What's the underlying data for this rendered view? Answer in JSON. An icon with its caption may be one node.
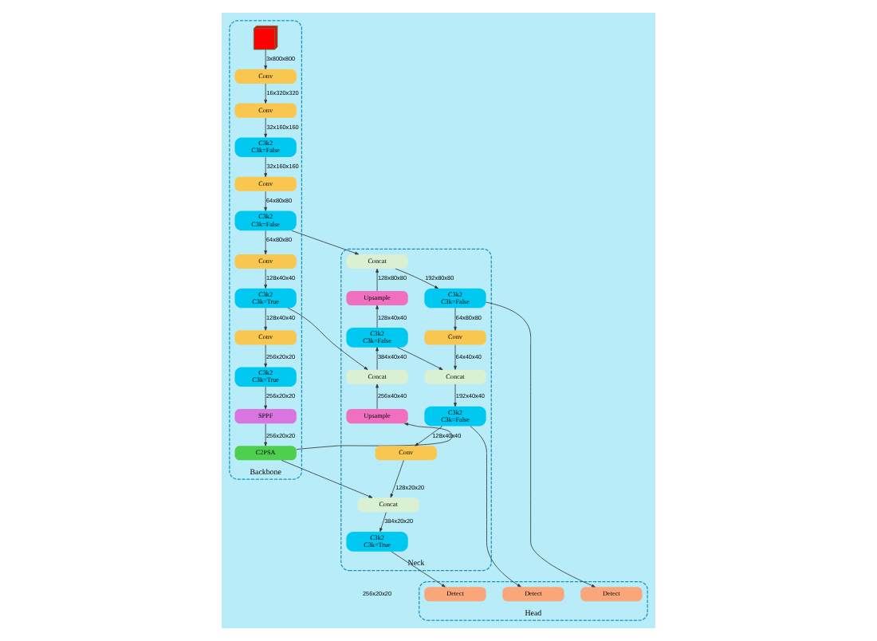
{
  "diagram": {
    "nodes": [
      {
        "text": [
          "Backbone"
        ]
      },
      {
        "text": [],
        "shape": "box",
        "in": 0
      },
      {
        "text": [
          "Conv"
        ],
        "in": 0
      },
      {
        "text": [
          "Conv"
        ],
        "in": 0
      },
      {
        "text": [
          "C3k2",
          "C3k=False"
        ],
        "in": 0
      },
      {
        "text": [
          "Conv"
        ],
        "in": 0
      },
      {
        "text": [
          "C3k2",
          "C3k=False"
        ],
        "in": 0
      },
      {
        "text": [
          "Conv"
        ],
        "in": 0
      },
      {
        "text": [
          "C3k2",
          "C3k=True"
        ],
        "in": 0
      },
      {
        "text": [
          "Conv"
        ],
        "in": 0
      },
      {
        "text": [
          "C3k2",
          "C3k=True"
        ],
        "in": 0
      },
      {
        "text": [
          "SPPF"
        ],
        "in": 0
      },
      {
        "text": [
          "C2PSA"
        ],
        "in": 0
      },
      {
        "text": [
          "Neck"
        ]
      },
      {
        "text": [
          "Upsample"
        ],
        "in": 13
      },
      {
        "text": [
          "Concat"
        ],
        "in": 13
      },
      {
        "text": [
          "C3k2",
          "C3k=False"
        ],
        "in": 13
      },
      {
        "text": [
          "Upsample"
        ],
        "in": 13
      },
      {
        "text": [
          "Concat"
        ],
        "in": 13
      },
      {
        "text": [
          "C3k2",
          "C3k=False"
        ],
        "in": 13
      },
      {
        "text": [
          "Conv"
        ],
        "in": 13
      },
      {
        "text": [
          "Concat"
        ],
        "in": 13
      },
      {
        "text": [
          "C3k2",
          "C3k=False"
        ],
        "in": 13
      },
      {
        "text": [
          "Conv"
        ],
        "in": 13
      },
      {
        "text": [
          "Concat"
        ],
        "in": 13
      },
      {
        "text": [
          "C3k2",
          "C3k=True"
        ],
        "in": 13
      },
      {
        "text": [
          "Head"
        ]
      },
      {
        "text": [
          "Detect"
        ],
        "in": 26
      },
      {
        "text": [
          "Detect"
        ],
        "in": 26
      },
      {
        "text": [
          "Detect"
        ],
        "in": 26
      }
    ],
    "edges": [
      {
        "from": 1,
        "to": 2,
        "arrow": "to",
        "label": "3x800x800"
      },
      {
        "from": 2,
        "to": 3,
        "arrow": "to",
        "label": "16x320x320"
      },
      {
        "from": 3,
        "to": 4,
        "arrow": "to",
        "label": "32x160x160"
      },
      {
        "from": 4,
        "to": 5,
        "arrow": "to",
        "label": "32x160x160"
      },
      {
        "from": 5,
        "to": 6,
        "arrow": "to",
        "label": "64x80x80"
      },
      {
        "from": 6,
        "to": 7,
        "arrow": "to",
        "label": "64x80x80"
      },
      {
        "from": 7,
        "to": 8,
        "arrow": "to",
        "label": "128x40x40"
      },
      {
        "from": 8,
        "to": 9,
        "arrow": "to",
        "label": "128x40x40"
      },
      {
        "from": 9,
        "to": 10,
        "arrow": "to",
        "label": "256x20x20"
      },
      {
        "from": 10,
        "to": 11,
        "arrow": "to",
        "label": "256x20x20"
      },
      {
        "from": 11,
        "to": 12,
        "arrow": "to",
        "label": "256x20x20"
      },
      {
        "from": 12,
        "to": 14,
        "arrow": "to"
      },
      {
        "from": 14,
        "to": 15,
        "arrow": "to",
        "label": "256x40x40"
      },
      {
        "from": 8,
        "to": 15,
        "arrow": "to"
      },
      {
        "from": 15,
        "to": 16,
        "arrow": "to",
        "label": "384x40x40"
      },
      {
        "from": 16,
        "to": 17,
        "arrow": "to",
        "label": "128x40x40"
      },
      {
        "from": 17,
        "to": 18,
        "arrow": "to",
        "label": "128x80x80"
      },
      {
        "from": 6,
        "to": 18,
        "arrow": "to"
      },
      {
        "from": 18,
        "to": 19,
        "arrow": "to",
        "label": "192x80x80"
      },
      {
        "from": 19,
        "to": 20,
        "arrow": "to",
        "label": "64x80x80"
      },
      {
        "from": 20,
        "to": 21,
        "arrow": "to",
        "label": "64x40x40"
      },
      {
        "from": 16,
        "to": 21,
        "arrow": "to"
      },
      {
        "from": 21,
        "to": 22,
        "arrow": "to",
        "label": "192x40x40"
      },
      {
        "from": 22,
        "to": 23,
        "arrow": "to",
        "label": "128x40x40"
      },
      {
        "from": 23,
        "to": 24,
        "arrow": "to",
        "label": "128x20x20"
      },
      {
        "from": 12,
        "to": 24,
        "arrow": "to"
      },
      {
        "from": 24,
        "to": 25,
        "arrow": "to",
        "label": "384x20x20"
      },
      {
        "from": 19,
        "to": 27,
        "arrow": "to"
      },
      {
        "from": 22,
        "to": 28,
        "arrow": "to"
      },
      {
        "from": 25,
        "to": 29,
        "arrow": "to"
      }
    ],
    "labels": [
      "256x20x20"
    ]
  }
}
